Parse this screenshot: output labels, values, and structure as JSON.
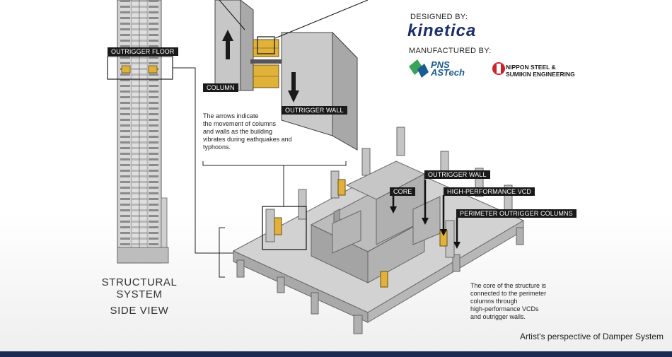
{
  "labels": {
    "outrigger_floor": "OUTRIGGER FLOOR",
    "column": "COLUMN",
    "outrigger_wall_top": "OUTRIGGER WALL",
    "outrigger_wall": "OUTRIGGER WALL",
    "core": "CORE",
    "vcd": "HIGH-PERFORMANCE VCD",
    "perimeter_columns": "PERIMETER OUTRIGGER COLUMNS"
  },
  "notes": {
    "arrows": [
      "The arrows indicate",
      "the movement of columns",
      "and walls as the building",
      "vibrates during eathquakes and",
      "typhoons."
    ],
    "core": [
      "The core of the structure is",
      "connected to the perimeter",
      "columns through",
      "high-performance VCDs",
      "and outrigger walls."
    ]
  },
  "heading": {
    "line1": "STRUCTURAL SYSTEM",
    "line2": "SIDE VIEW"
  },
  "credits": {
    "designed_by": "DESIGNED BY:",
    "designer_logo": "kinetica",
    "manufactured_by": "MANUFACTURED BY:",
    "manufacturer1_line1": "PNS",
    "manufacturer1_line2": "ASTech",
    "manufacturer2_line1": "NIPPON STEEL &",
    "manufacturer2_line2": "SUMIKIN ENGINEERING"
  },
  "caption": "Artist's perspective of Damper System",
  "colors": {
    "concrete": "#c9c9c9",
    "damper": "#e0b23a",
    "label_bg": "#1a1a1a",
    "band": "#1b2a52",
    "brand_blue": "#1a2f6b",
    "nssmc_red": "#d0202b"
  }
}
